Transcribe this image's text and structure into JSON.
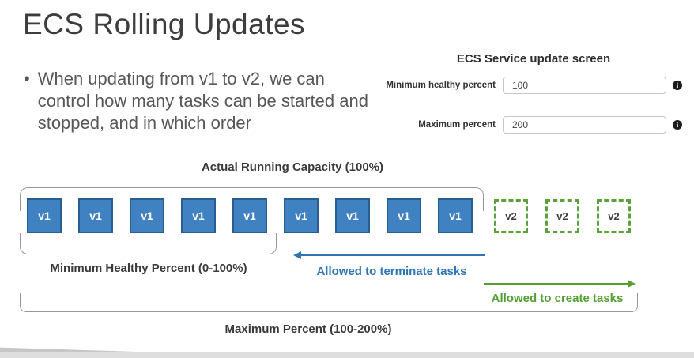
{
  "slide": {
    "title": "ECS Rolling Updates",
    "bullet": "When updating from v1 to v2, we can control how many tasks can be started and stopped, and in which order",
    "bullet_glyph": "•"
  },
  "form": {
    "title": "ECS Service update screen",
    "fields": [
      {
        "label": "Minimum healthy percent",
        "value": "100"
      },
      {
        "label": "Maximum percent",
        "value": "200"
      }
    ],
    "info_icon_glyph": "i"
  },
  "diagram": {
    "top_label": "Actual Running Capacity (100%)",
    "min_label": "Minimum Healthy Percent (0-100%)",
    "max_label": "Maximum Percent (100-200%)",
    "terminate_label": "Allowed to terminate tasks",
    "create_label": "Allowed to create tasks",
    "v1_label": "v1",
    "v1_count": 9,
    "v2_label": "v2",
    "v2_count": 3,
    "colors": {
      "v1_fill": "#4081c1",
      "v1_border": "#2a5e91",
      "v2_dashed": "#5aa339",
      "terminate_blue": "#2e75b6",
      "create_green": "#54a033",
      "bracket_gray": "#979797"
    }
  }
}
